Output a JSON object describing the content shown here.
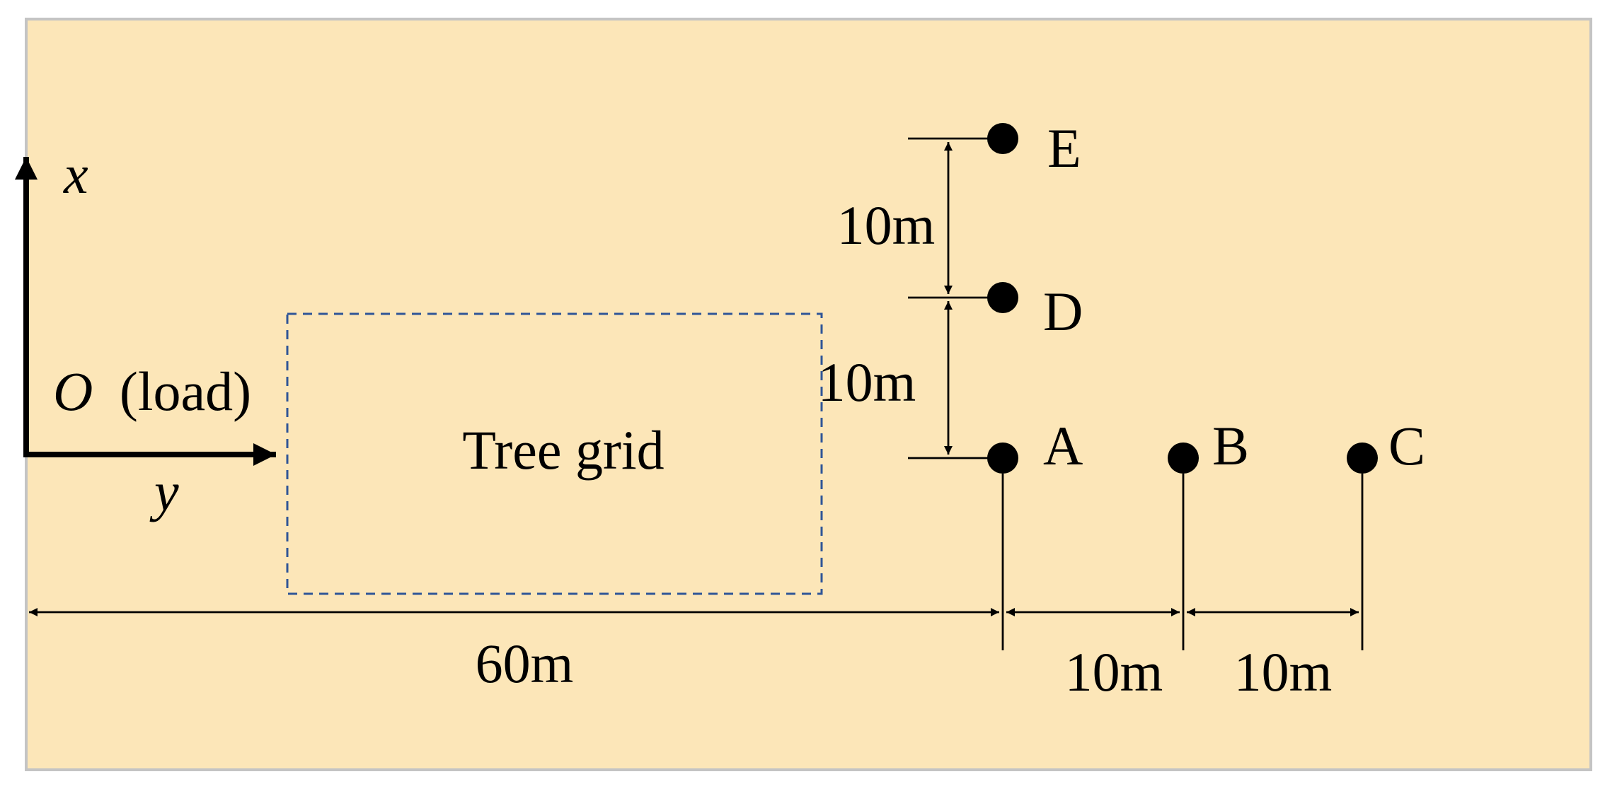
{
  "colors": {
    "background": "#fce6b8",
    "border": "#c4c4c4",
    "grid_outline": "#2f5597",
    "ink": "#000000"
  },
  "axes": {
    "x_label": "x",
    "y_label": "y",
    "origin_letter": "O",
    "origin_note": "(load)"
  },
  "tree_grid": {
    "label": "Tree grid"
  },
  "points": {
    "A": "A",
    "B": "B",
    "C": "C",
    "D": "D",
    "E": "E"
  },
  "dimensions": {
    "origin_to_A": "60m",
    "A_to_B": "10m",
    "B_to_C": "10m",
    "A_to_D": "10m",
    "D_to_E": "10m"
  }
}
